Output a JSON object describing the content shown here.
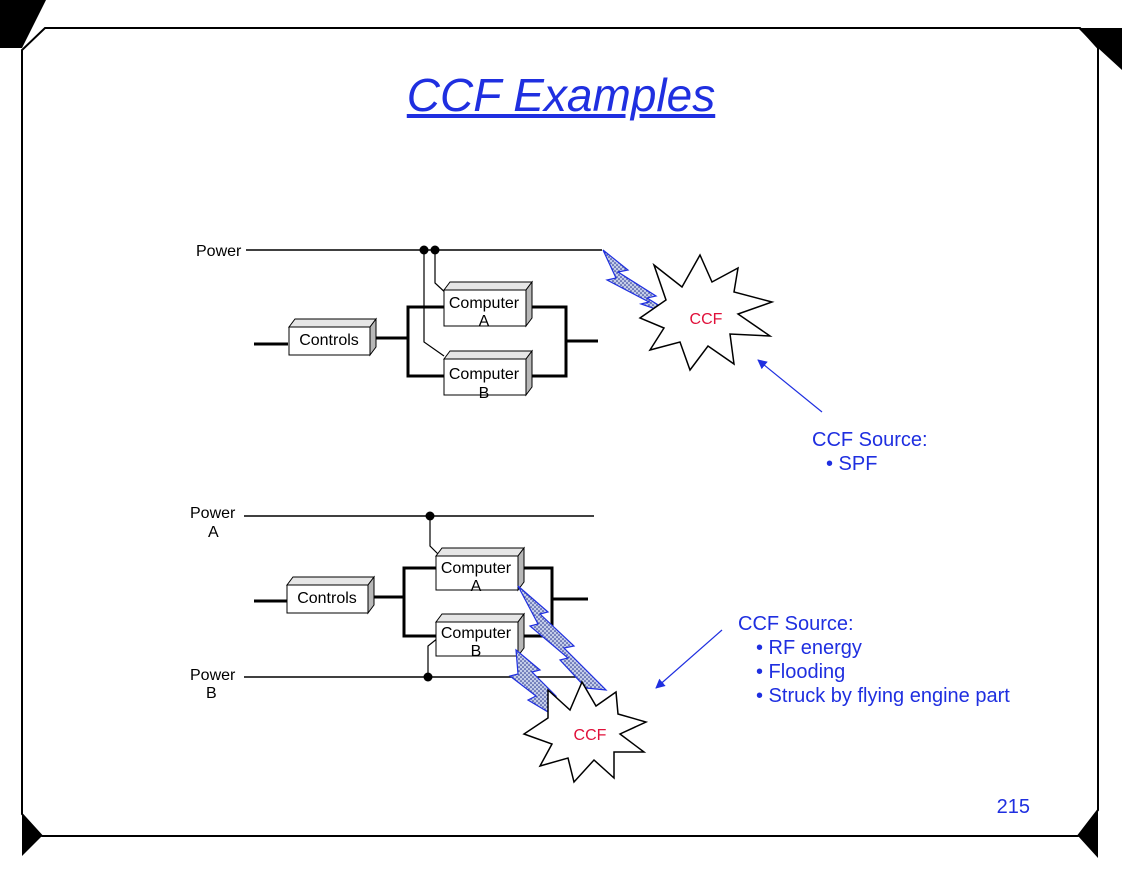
{
  "slide": {
    "title": "CCF Examples",
    "page_number": "215"
  },
  "diagram_top": {
    "power_label": "Power",
    "controls_label": "Controls",
    "computer_a": {
      "line1": "Computer",
      "line2": "A"
    },
    "computer_b": {
      "line1": "Computer",
      "line2": "B"
    },
    "ccf_label": "CCF",
    "source_title": "CCF Source:",
    "source_items": [
      "• SPF"
    ]
  },
  "diagram_bottom": {
    "power_a": {
      "line1": "Power",
      "line2": "A"
    },
    "power_b": {
      "line1": "Power",
      "line2": "B"
    },
    "controls_label": "Controls",
    "computer_a": {
      "line1": "Computer",
      "line2": "A"
    },
    "computer_b": {
      "line1": "Computer",
      "line2": "B"
    },
    "ccf_label": "CCF",
    "source_title": "CCF Source:",
    "source_items": [
      "• RF energy",
      "• Flooding",
      "• Struck by flying engine part"
    ]
  },
  "colors": {
    "accent_blue": "#1f2fe0",
    "ccf_red": "#e0103a",
    "box_fill": "#ffffff",
    "box_side": "#b8b8b8",
    "lightning_fill": "#c4cde8"
  }
}
